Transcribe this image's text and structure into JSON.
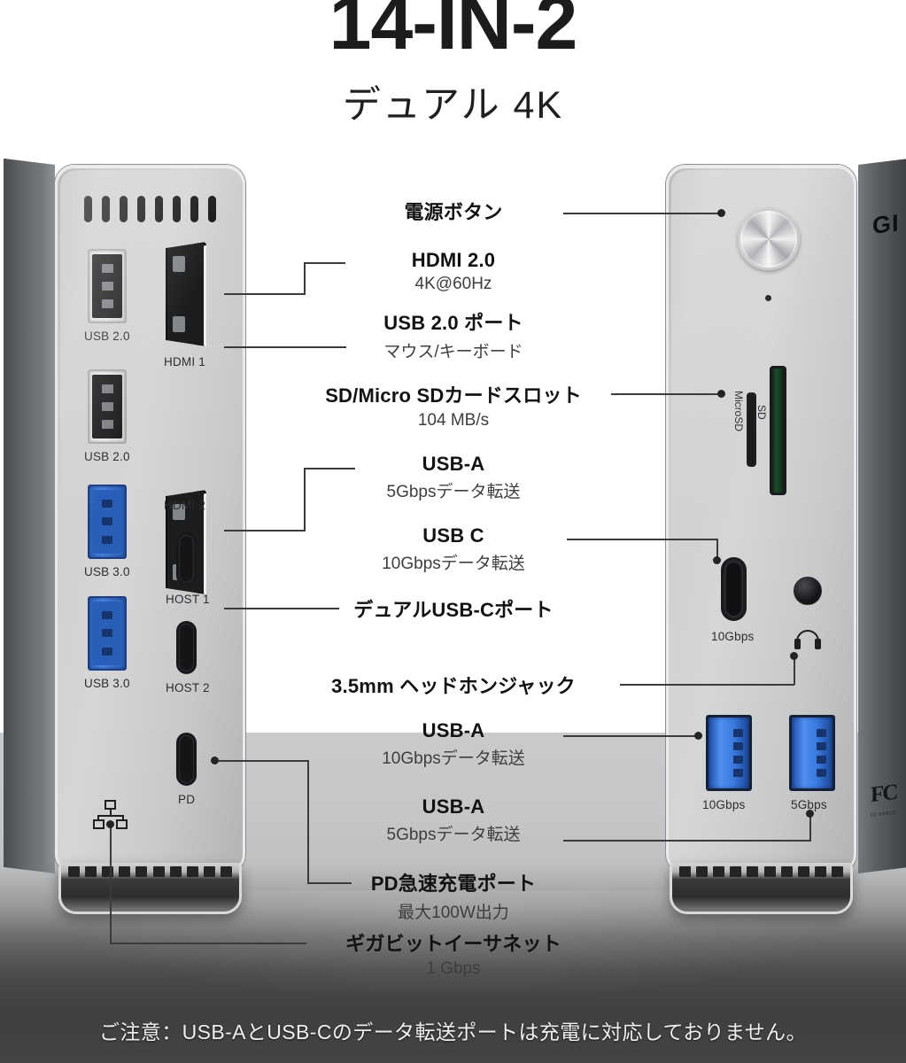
{
  "header": {
    "title": "14-IN-2",
    "subtitle": "デュアル 4K"
  },
  "left_device": {
    "brand_partial": "",
    "ports": [
      {
        "name": "usb-2-0-top",
        "label": "USB 2.0"
      },
      {
        "name": "hdmi-1",
        "label": "HDMI 1"
      },
      {
        "name": "usb-2-0-bottom",
        "label": "USB 2.0"
      },
      {
        "name": "hdmi-2",
        "label": "HDMI 2"
      },
      {
        "name": "usb-3-0-top",
        "label": "USB 3.0"
      },
      {
        "name": "host-1",
        "label": "HOST 1"
      },
      {
        "name": "usb-3-0-bottom",
        "label": "USB 3.0"
      },
      {
        "name": "host-2",
        "label": "HOST 2"
      },
      {
        "name": "pd",
        "label": "PD"
      }
    ]
  },
  "right_device": {
    "brand_partial": "GI",
    "fc_mark": "FC",
    "fc_sub": "ID:2AB1D",
    "slot_labels": {
      "microsd": "MicroSD",
      "sd": "SD"
    },
    "ports": [
      {
        "name": "usb-c-10gbps",
        "label": "10Gbps"
      },
      {
        "name": "usb-a-10gbps",
        "label": "10Gbps"
      },
      {
        "name": "usb-a-5gbps",
        "label": "5Gbps"
      }
    ]
  },
  "callouts": [
    {
      "name": "power-button",
      "head": "電源ボタン",
      "sub": ""
    },
    {
      "name": "hdmi-2-0",
      "head": "HDMI 2.0",
      "sub": "4K@60Hz"
    },
    {
      "name": "usb-2-0-port",
      "head": "USB 2.0 ポート",
      "sub": "マウス/キーボード"
    },
    {
      "name": "sd-card-slot",
      "head": "SD/Micro SDカードスロット",
      "sub": "104 MB/s"
    },
    {
      "name": "usb-a-5gbps",
      "head": "USB-A",
      "sub": "5Gbpsデータ転送"
    },
    {
      "name": "usb-c-10gbps",
      "head": "USB C",
      "sub": "10Gbpsデータ転送"
    },
    {
      "name": "dual-usb-c-port",
      "head": "デュアルUSB-Cポート",
      "sub": ""
    },
    {
      "name": "headphone-jack",
      "head": "3.5mm ヘッドホンジャック",
      "sub": ""
    },
    {
      "name": "usb-a-10gbps",
      "head": "USB-A",
      "sub": "10Gbpsデータ転送"
    },
    {
      "name": "usb-a-5gbps-2",
      "head": "USB-A",
      "sub": "5Gbpsデータ転送"
    },
    {
      "name": "pd-charging",
      "head": "PD急速充電ポート",
      "sub": "最大100W出力"
    },
    {
      "name": "gigabit-eth",
      "head": "ギガビットイーサネット",
      "sub": "1 Gbps"
    }
  ],
  "footer": {
    "note": "ご注意：USB-AとUSB-Cのデータ転送ポートは充電に対応しておりません。"
  },
  "colors": {
    "usb3_blue": "#3a79dd",
    "sd_green": "#1f4a2b",
    "body_silver": "#cdced0",
    "side_dark": "#4a4d50"
  }
}
